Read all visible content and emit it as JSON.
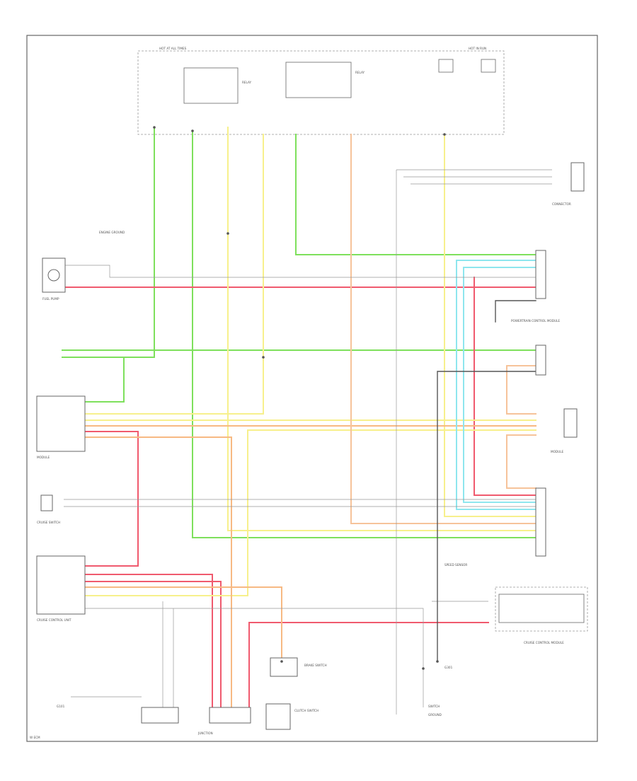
{
  "colors": {
    "red": "#f05a6e",
    "green": "#7ee05c",
    "yellow": "#f7f08c",
    "orange": "#f7b983",
    "peach": "#f6c39a",
    "cyan": "#8ee6ee",
    "gray": "#aaaaaa",
    "black": "#555555"
  },
  "labels": {
    "top_left_a": "HOT AT ALL TIMES",
    "top_right_a": "HOT IN RUN",
    "relay_1": "RELAY",
    "relay_2": "RELAY",
    "fuel_pump": "FUEL PUMP",
    "engine_ground": "ENGINE GROUND",
    "connectors_top_right": "CONNECTOR",
    "pcm_a": "POWERTRAIN CONTROL MODULE",
    "cruise_control_unit": "CRUISE CONTROL UNIT",
    "brake_switch": "BRAKE SWITCH",
    "clutch_switch": "CLUTCH SWITCH",
    "main_module_right": "MODULE",
    "speed_sensor": "SPEED SENSOR",
    "left_module": "MODULE",
    "cruise_switch": "CRUISE SWITCH",
    "cruise_control_module": "CRUISE CONTROL MODULE",
    "ground_left": "G101",
    "ground_right": "G301",
    "bottom_left_note": "W ECM",
    "bottom_junction": "JUNCTION",
    "bottom_switch": "SWITCH",
    "bottom_ground": "GROUND"
  }
}
